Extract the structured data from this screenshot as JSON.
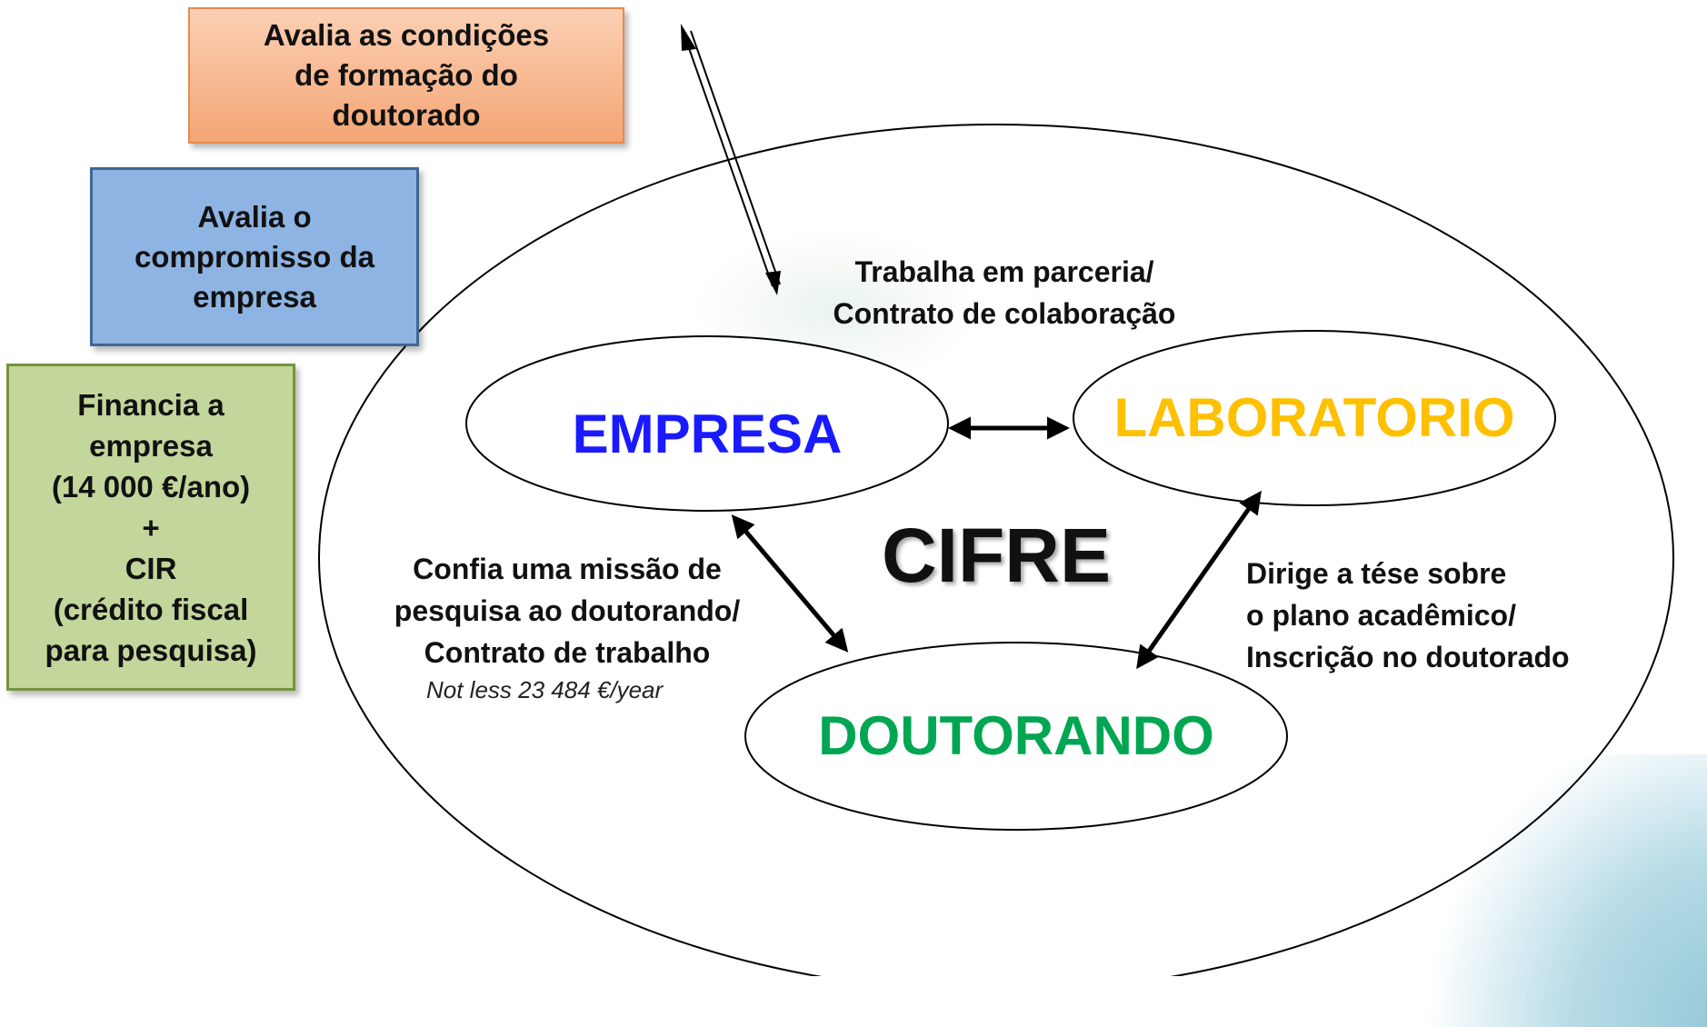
{
  "boxes": {
    "orange": {
      "lines": [
        "Avalia as condições",
        "de formação do",
        "doutorado"
      ],
      "fill": "#f4a574",
      "border": "#e58a4e"
    },
    "blue": {
      "lines": [
        "Avalia o",
        "compromisso da",
        "empresa"
      ],
      "fill": "#8db4e2",
      "border": "#3f6795"
    },
    "green": {
      "lines": [
        "Financia a",
        "empresa",
        "(14 000 €/ano)",
        "+",
        "CIR",
        "(crédito fiscal",
        "para pesquisa)"
      ],
      "fill": "#c3d69b",
      "border": "#77933c"
    }
  },
  "center": {
    "label": "CIFRE"
  },
  "nodes": {
    "empresa": {
      "label": "EMPRESA",
      "color": "#1a1aff"
    },
    "laboratorio": {
      "label": "LABORATORIO",
      "color": "#ffc000"
    },
    "doutorando": {
      "label": "DOUTORANDO",
      "color": "#00a651"
    }
  },
  "relations": {
    "partnership": [
      "Trabalha em parceria/",
      "Contrato de colaboração"
    ],
    "mission": [
      "Confia uma missão de",
      "pesquisa ao doutorando/",
      "Contrato de trabalho"
    ],
    "salary": "Not less 23 484 €/year",
    "thesis": [
      "Dirige a tése sobre",
      "o plano acadêmico/",
      "Inscrição no doutorado"
    ]
  }
}
